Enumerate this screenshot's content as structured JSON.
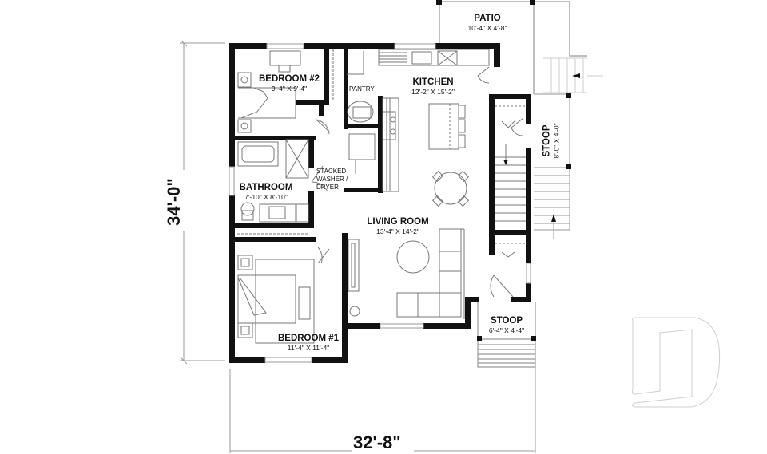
{
  "plan": {
    "overall_width": "32'-8\"",
    "overall_depth": "34'-0\"",
    "rooms": [
      {
        "id": "bedroom2",
        "name": "BEDROOM #2",
        "size": "9'-4\" X 9'-4\""
      },
      {
        "id": "kitchen",
        "name": "KITCHEN",
        "size": "12'-2\" X 15'-2\""
      },
      {
        "id": "patio",
        "name": "PATIO",
        "size": "10'-4\" X 4'-8\""
      },
      {
        "id": "bathroom",
        "name": "BATHROOM",
        "size": "7'-10\" X 8'-10\""
      },
      {
        "id": "living",
        "name": "LIVING ROOM",
        "size": "13'-4\" X 14'-2\""
      },
      {
        "id": "bedroom1",
        "name": "BEDROOM #1",
        "size": "11'-4\" X 11'-4\""
      },
      {
        "id": "stoop_side",
        "name": "STOOP",
        "size": "8'-0\" X 4'-0\""
      },
      {
        "id": "stoop_front",
        "name": "STOOP",
        "size": "6'-4\" X 4'-4\""
      }
    ],
    "annotations": {
      "pantry": "PANTRY",
      "laundry_line1": "STACKED",
      "laundry_line2": "WASHER /",
      "laundry_line3": "DRYER"
    }
  },
  "colors": {
    "wall": "#111111",
    "line": "#888888",
    "watermark": "#cccccc"
  }
}
